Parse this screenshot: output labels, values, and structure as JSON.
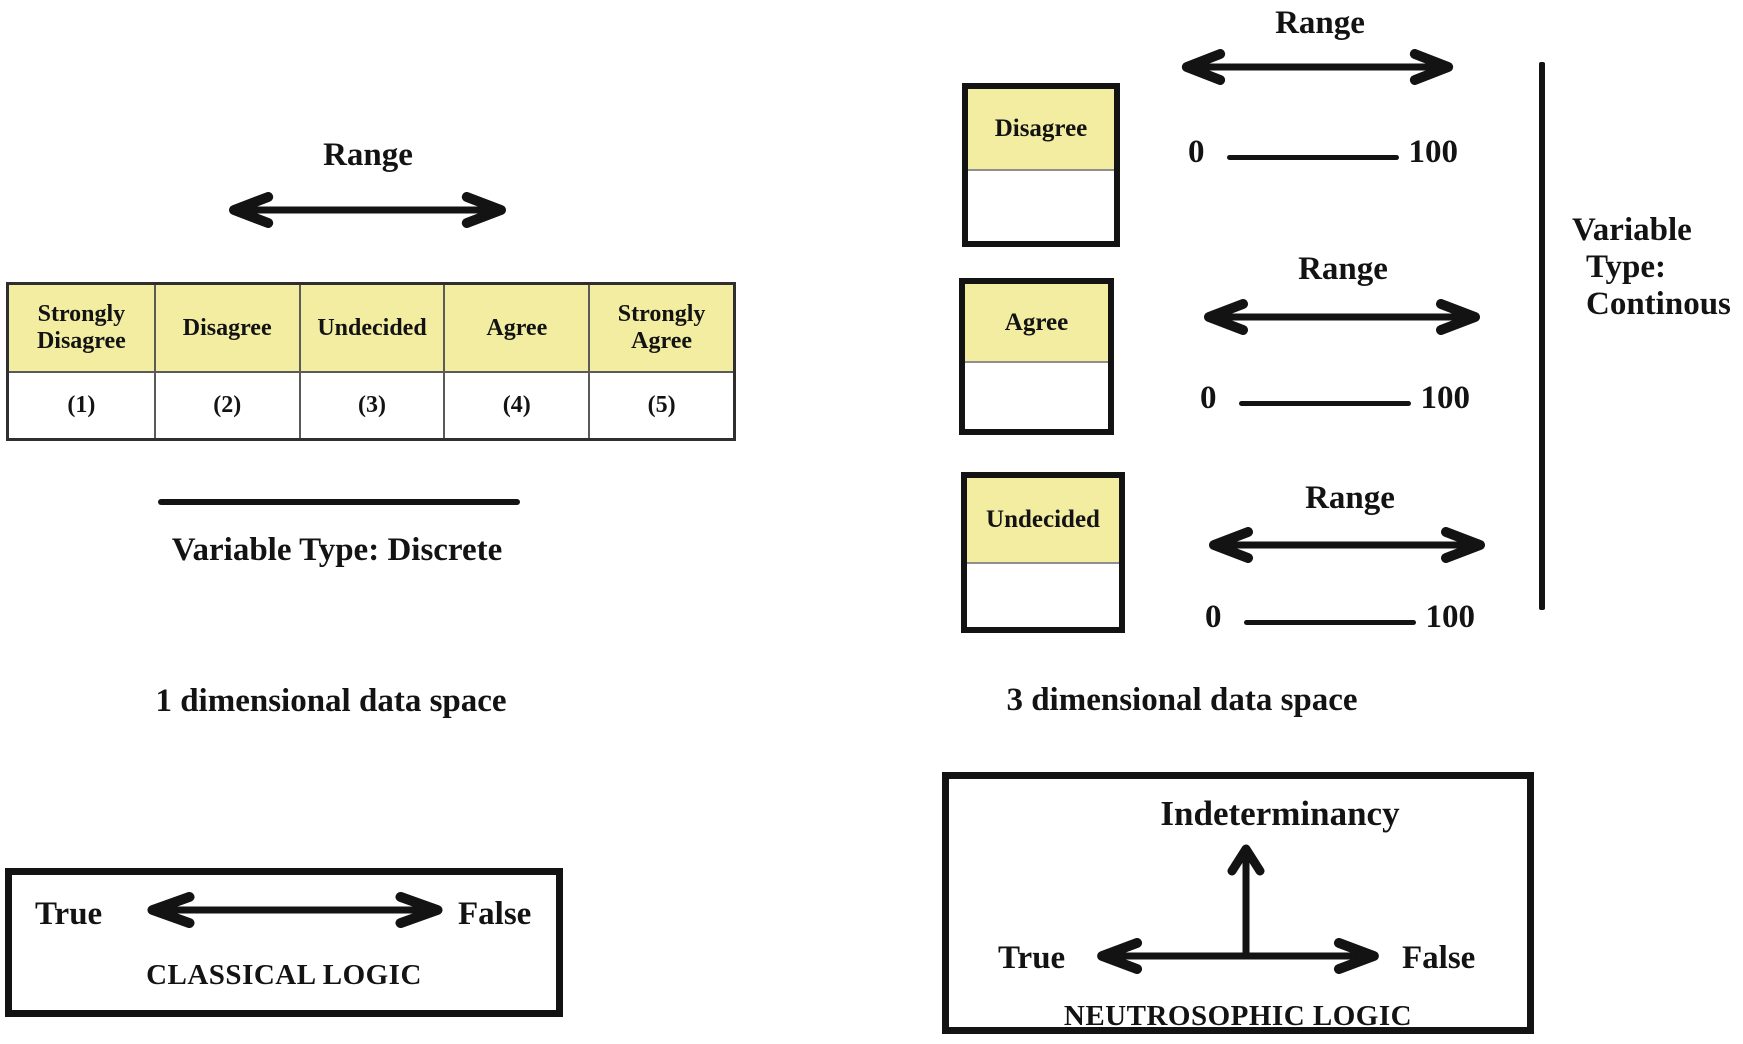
{
  "diagram": {
    "left": {
      "range_label": "Range",
      "table": {
        "headers": [
          "Strongly Disagree",
          "Disagree",
          "Undecided",
          "Agree",
          "Strongly Agree"
        ],
        "values": [
          "(1)",
          "(2)",
          "(3)",
          "(4)",
          "(5)"
        ]
      },
      "variable_type": "Variable Type: Discrete",
      "dimension_caption": "1 dimensional data space",
      "logic": {
        "left": "True",
        "right": "False",
        "title": "CLASSICAL LOGIC"
      }
    },
    "right": {
      "rows": [
        {
          "range_label": "Range",
          "box_label": "Disagree",
          "min": "0",
          "max": "100"
        },
        {
          "range_label": "Range",
          "box_label": "Agree",
          "min": "0",
          "max": "100"
        },
        {
          "range_label": "Range",
          "box_label": "Undecided",
          "min": "0",
          "max": "100"
        }
      ],
      "variable_type_lines": [
        "Variable",
        "Type:",
        "Continous"
      ],
      "dimension_caption": "3 dimensional data space",
      "logic": {
        "top": "Indeterminancy",
        "left": "True",
        "right": "False",
        "title": "NEUTROSOPHIC LOGIC"
      }
    },
    "colors": {
      "highlight_yellow": "#f2eda1",
      "ink": "#131313"
    }
  }
}
